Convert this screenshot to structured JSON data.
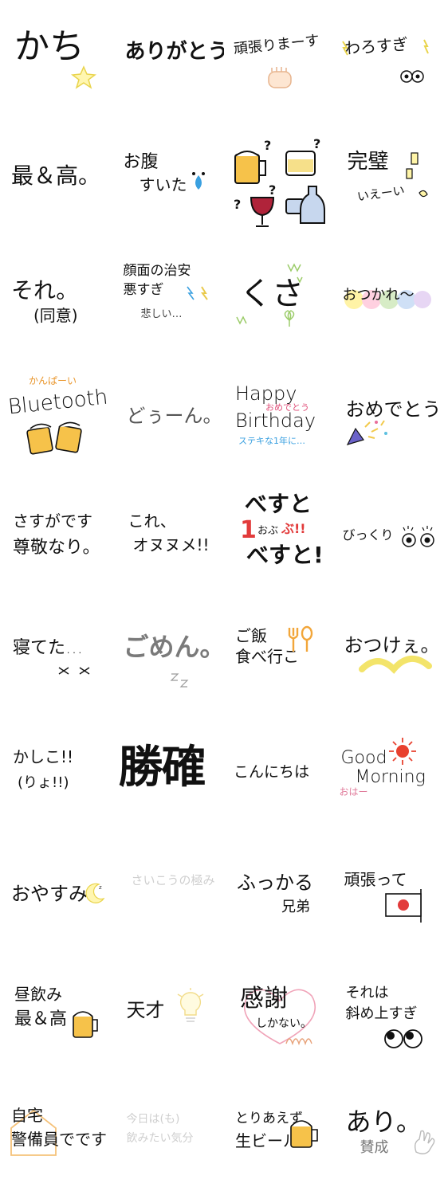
{
  "stickers": [
    {
      "lines": [
        "かち"
      ],
      "icon": "star-icon"
    },
    {
      "lines": [
        "ありがとう"
      ]
    },
    {
      "lines": [
        "頑張りまーす"
      ],
      "icon": "fist-icon"
    },
    {
      "lines": [
        "わろすぎ"
      ],
      "icon": "eyes-icon"
    },
    {
      "lines": [
        "最＆高。"
      ]
    },
    {
      "lines": [
        "お腹",
        "すいた"
      ],
      "icon": "sweat-drop-icon"
    },
    {
      "lines": [],
      "icon": "drinks-icon"
    },
    {
      "lines": [
        "完璧",
        "いえーい"
      ],
      "icon": "sparkle-icon"
    },
    {
      "lines": [
        "それ。",
        "(同意)"
      ]
    },
    {
      "lines": [
        "顔面の治安",
        "悪すぎ",
        "悲しい…"
      ],
      "icon": "lightning-icon"
    },
    {
      "lines": [
        "くさ"
      ],
      "icon": "grass-icon"
    },
    {
      "lines": [
        "おつかれ〜"
      ],
      "icon": "color-dots-icon"
    },
    {
      "lines": [
        "かんぱーい",
        "Bluetooth"
      ],
      "icon": "beer-mugs-icon"
    },
    {
      "lines": [
        "どぅーん。"
      ]
    },
    {
      "lines": [
        "Happy",
        "おめでとう",
        "Birthday",
        "ステキな1年に…"
      ]
    },
    {
      "lines": [
        "おめでとう"
      ],
      "icon": "party-popper-icon"
    },
    {
      "lines": [
        "さすがです",
        "尊敬なり。"
      ]
    },
    {
      "lines": [
        "これ、",
        "オヌヌメ!!"
      ]
    },
    {
      "lines": [
        "べすと",
        "1",
        "おぶ",
        "ぶ!!",
        "べすと!"
      ]
    },
    {
      "lines": [
        "びっくり"
      ],
      "icon": "eyes-icon"
    },
    {
      "lines": [
        "寝てた…"
      ],
      "icon": "closed-eyes-icon"
    },
    {
      "lines": [
        "ごめん。"
      ]
    },
    {
      "lines": [
        "ご飯",
        "食べ行こ"
      ],
      "icon": "fork-spoon-icon"
    },
    {
      "lines": [
        "おつけぇ。"
      ]
    },
    {
      "lines": [
        "かしこ!!",
        "(りょ!!)"
      ]
    },
    {
      "lines": [
        "勝確"
      ]
    },
    {
      "lines": [
        "こんにちは"
      ]
    },
    {
      "lines": [
        "Good",
        "Morning",
        "おはー"
      ],
      "icon": "sun-icon"
    },
    {
      "lines": [
        "おやすみ"
      ],
      "icon": "moon-icon"
    },
    {
      "lines": [
        "さいこうの極み"
      ]
    },
    {
      "lines": [
        "ふっかる",
        "兄弟"
      ]
    },
    {
      "lines": [
        "頑張って"
      ],
      "icon": "japan-flag-icon"
    },
    {
      "lines": [
        "昼飲み",
        "最＆高"
      ],
      "icon": "beer-mug-icon"
    },
    {
      "lines": [
        "天才"
      ],
      "icon": "light-bulb-icon"
    },
    {
      "lines": [
        "感謝",
        "しかない。"
      ],
      "icon": "hands-icon"
    },
    {
      "lines": [
        "それは",
        "斜め上すぎ"
      ],
      "icon": "eyes-icon"
    },
    {
      "lines": [
        "自宅",
        "警備員でです"
      ]
    },
    {
      "lines": [
        "今日は(も)",
        "飲みたい気分"
      ]
    },
    {
      "lines": [
        "とりあえず",
        "生ビール"
      ],
      "icon": "beer-mug-icon"
    },
    {
      "lines": [
        "あり。",
        "賛成"
      ],
      "icon": "ok-hand-icon"
    }
  ]
}
